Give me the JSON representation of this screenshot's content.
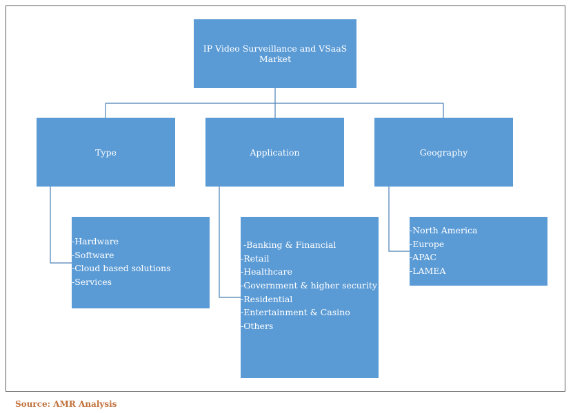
{
  "root": {
    "title": "IP Video Surveillance and VSaaS Market"
  },
  "categories": [
    {
      "label": "Type",
      "items": [
        "-Hardware",
        "-Software",
        "-Cloud based solutions",
        "-Services"
      ]
    },
    {
      "label": "Application",
      "items": [
        "-Banking & Financial",
        "-Retail",
        "-Healthcare",
        "-Government & higher security",
        "-Residential",
        "-Entertainment & Casino",
        "-Others"
      ]
    },
    {
      "label": "Geography",
      "items": [
        "-North America",
        "-Europe",
        "-APAC",
        "-LAMEA"
      ]
    }
  ],
  "source": "Source: AMR Analysis",
  "colors": {
    "box": "#5b9bd5",
    "line": "#4a7fb5",
    "source_text": "#c0703a"
  }
}
